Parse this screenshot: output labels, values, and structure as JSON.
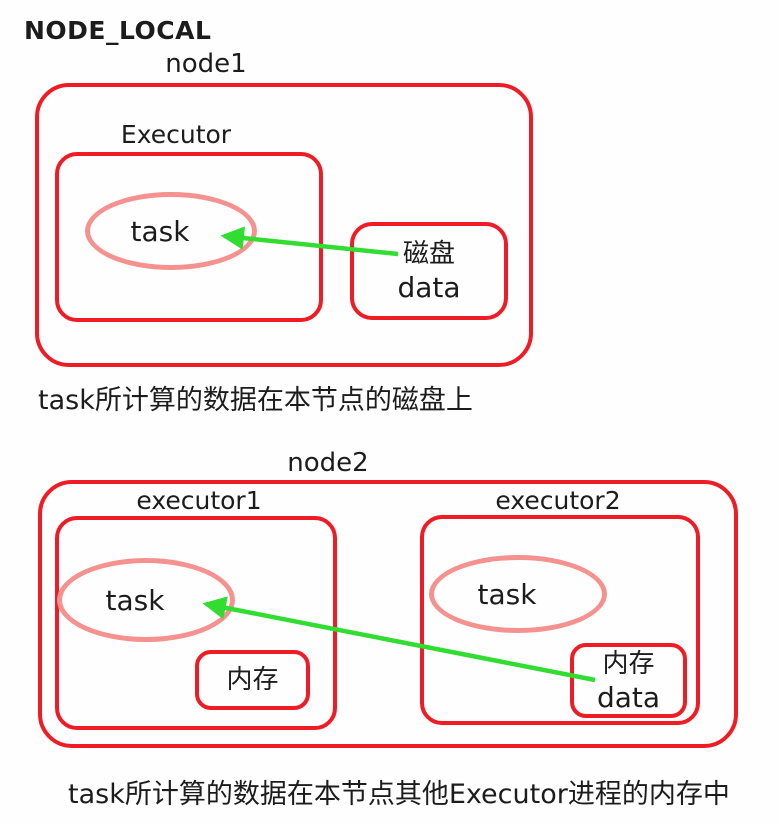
{
  "title": "NODE_LOCAL",
  "colors": {
    "box_red": "#ee1c25",
    "ellipse_pink": "#f5918f",
    "arrow_green": "#31dd31",
    "text": "#1c1c1c"
  },
  "diagram1": {
    "node_label": "node1",
    "executor_label": "Executor",
    "task_label": "task",
    "data_box": {
      "line1": "磁盘",
      "line2": "data"
    },
    "caption": "task所计算的数据在本节点的磁盘上"
  },
  "diagram2": {
    "node_label": "node2",
    "executor1_label": "executor1",
    "executor2_label": "executor2",
    "executor1_task_label": "task",
    "executor2_task_label": "task",
    "executor1_memory_label": "内存",
    "executor2_memory_box": {
      "line1": "内存",
      "line2": "data"
    },
    "caption": "task所计算的数据在本节点其他Executor进程的内存中"
  }
}
